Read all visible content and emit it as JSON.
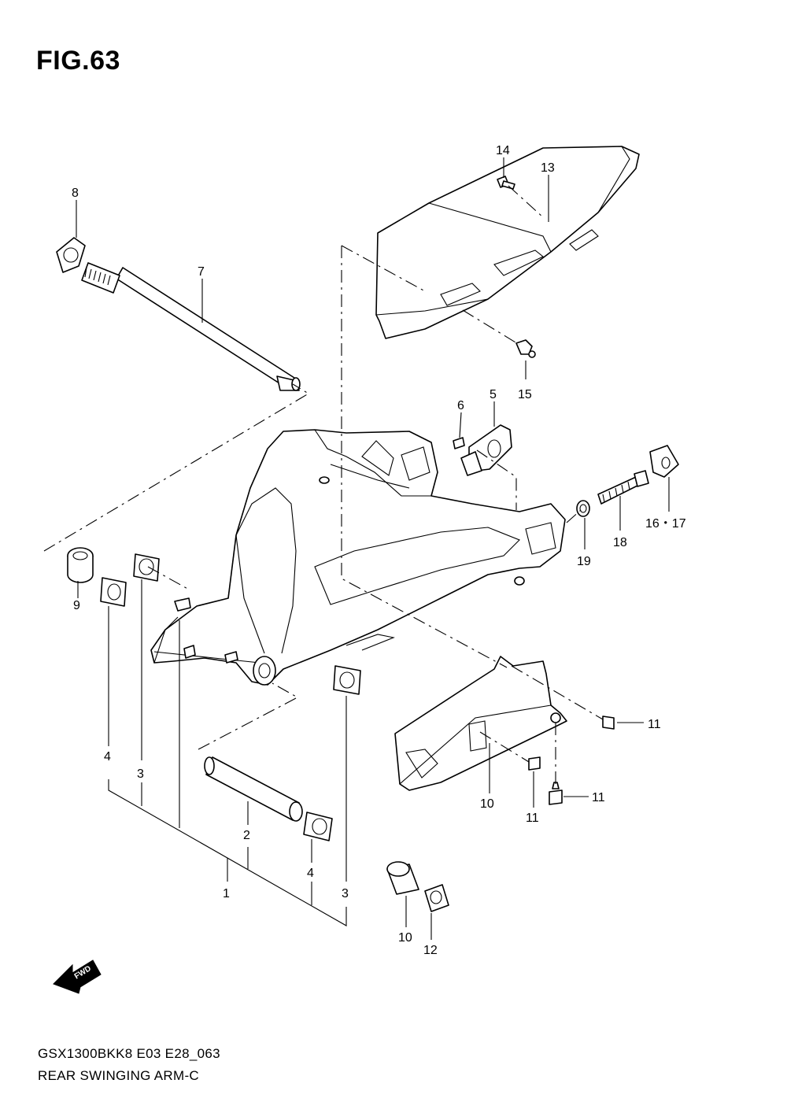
{
  "figure": {
    "title": "FIG.63",
    "model_code": "GSX1300BKK8 E03 E28_063",
    "name": "REAR SWINGING ARM-C"
  },
  "fwd_label": "FWD",
  "callouts": [
    {
      "id": "c1",
      "label": "1"
    },
    {
      "id": "c2",
      "label": "2"
    },
    {
      "id": "c3a",
      "label": "3"
    },
    {
      "id": "c3b",
      "label": "3"
    },
    {
      "id": "c4a",
      "label": "4"
    },
    {
      "id": "c4b",
      "label": "4"
    },
    {
      "id": "c5",
      "label": "5"
    },
    {
      "id": "c6",
      "label": "6"
    },
    {
      "id": "c7",
      "label": "7"
    },
    {
      "id": "c8",
      "label": "8"
    },
    {
      "id": "c9",
      "label": "9"
    },
    {
      "id": "c10a",
      "label": "10"
    },
    {
      "id": "c10b",
      "label": "10"
    },
    {
      "id": "c11a",
      "label": "11"
    },
    {
      "id": "c11b",
      "label": "11"
    },
    {
      "id": "c11c",
      "label": "11"
    },
    {
      "id": "c12",
      "label": "12"
    },
    {
      "id": "c13",
      "label": "13"
    },
    {
      "id": "c14",
      "label": "14"
    },
    {
      "id": "c15",
      "label": "15"
    },
    {
      "id": "c1617",
      "label": "16・17"
    },
    {
      "id": "c18",
      "label": "18"
    },
    {
      "id": "c19",
      "label": "19"
    }
  ]
}
